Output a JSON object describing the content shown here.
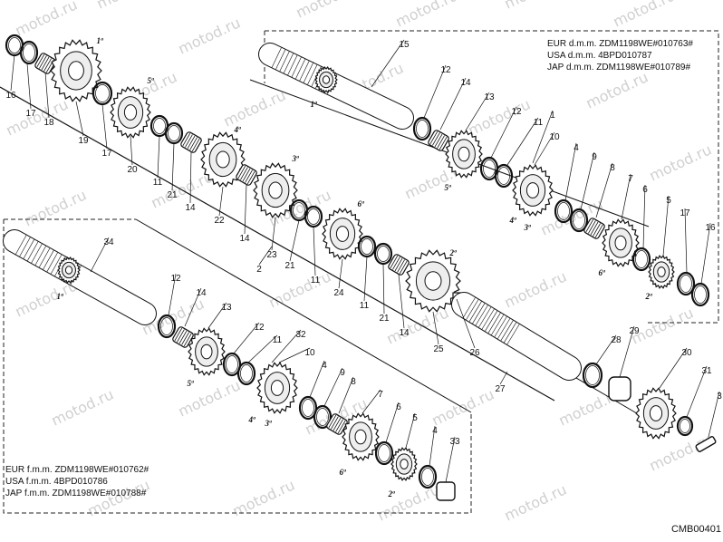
{
  "watermark": "motod.ru",
  "diagram_code": "CMB00401",
  "top_box_lines": [
    "EUR d.m.m. ZDM1198WE#010763#",
    "USA d.m.m. 4BPD010787",
    "JAP d.m.m. ZDM1198WE#010789#"
  ],
  "bottom_box_lines": [
    "EUR f.m.m. ZDM1198WE#010762#",
    "USA f.m.m. 4BPD010786",
    "JAP f.m.m. ZDM1198WE#010788#"
  ],
  "gear_labels": [
    "1ª",
    "2ª",
    "3ª",
    "4ª",
    "5ª",
    "6ª"
  ],
  "part_numbers": [
    "1",
    "2",
    "3",
    "4",
    "5",
    "6",
    "7",
    "8",
    "9",
    "10",
    "11",
    "12",
    "13",
    "14",
    "15",
    "16",
    "17",
    "18",
    "19",
    "20",
    "21",
    "22",
    "23",
    "24",
    "25",
    "26",
    "27",
    "28",
    "29",
    "30",
    "31",
    "32",
    "33",
    "34"
  ]
}
